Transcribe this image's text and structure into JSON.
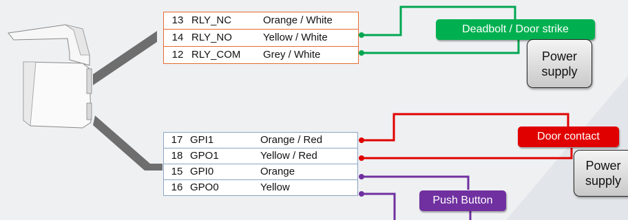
{
  "relay_pins": [
    {
      "num": "13",
      "signal": "RLY_NC",
      "color": "Orange / White"
    },
    {
      "num": "14",
      "signal": "RLY_NO",
      "color": "Yellow / White"
    },
    {
      "num": "12",
      "signal": "RLY_COM",
      "color": "Grey / White"
    }
  ],
  "io_pins": [
    {
      "num": "17",
      "signal": "GPI1",
      "color": "Orange / Red"
    },
    {
      "num": "18",
      "signal": "GPO1",
      "color": "Yellow / Red"
    },
    {
      "num": "15",
      "signal": "GPI0",
      "color": "Orange"
    },
    {
      "num": "16",
      "signal": "GPO0",
      "color": "Yellow"
    }
  ],
  "labels": {
    "deadbolt": "Deadbolt / Door strike",
    "door_contact": "Door contact",
    "push_button": "Push Button",
    "power_supply_1": [
      "Power",
      "supply"
    ],
    "power_supply_2": [
      "Power",
      "supply"
    ]
  },
  "colors": {
    "relay_border": "#e46a2c",
    "io_border": "#8aa4c4",
    "relay_wire": "#00a651",
    "door_wire": "#e00000",
    "button_wire": "#7030a0",
    "cable": "#6e6e6e"
  }
}
